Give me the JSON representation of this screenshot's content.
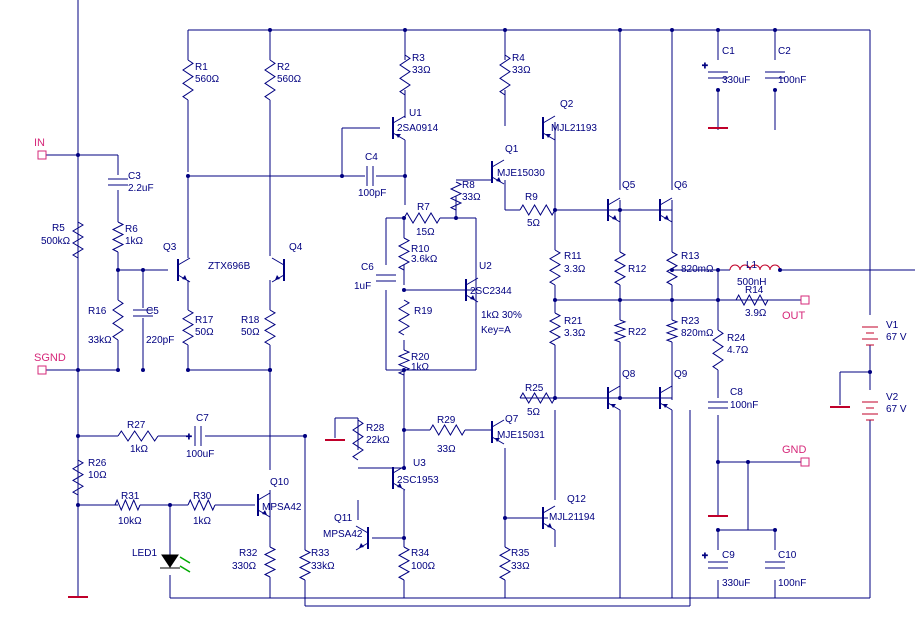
{
  "colors": {
    "wire": "#000080",
    "pin": "#d6287a",
    "polarity": "#d00000",
    "led_rays": "#00aa00"
  },
  "pins": [
    {
      "id": "in",
      "label": "IN"
    },
    {
      "id": "sgnd",
      "label": "SGND"
    },
    {
      "id": "out",
      "label": "OUT"
    },
    {
      "id": "gnd",
      "label": "GND"
    }
  ],
  "labels": [
    {
      "id": "r1",
      "text": "R1"
    },
    {
      "id": "r1v",
      "text": "560Ω"
    },
    {
      "id": "r2",
      "text": "R2"
    },
    {
      "id": "r2v",
      "text": "560Ω"
    },
    {
      "id": "r3",
      "text": "R3"
    },
    {
      "id": "r3v",
      "text": "33Ω"
    },
    {
      "id": "r4",
      "text": "R4"
    },
    {
      "id": "r4v",
      "text": "33Ω"
    },
    {
      "id": "c1",
      "text": "C1"
    },
    {
      "id": "c1v",
      "text": "330uF"
    },
    {
      "id": "c2",
      "text": "C2"
    },
    {
      "id": "c2v",
      "text": "100nF"
    },
    {
      "id": "u1",
      "text": "U1"
    },
    {
      "id": "u1v",
      "text": "2SA0914"
    },
    {
      "id": "q2",
      "text": "Q2"
    },
    {
      "id": "q2v",
      "text": "MJL21193"
    },
    {
      "id": "c3",
      "text": "C3"
    },
    {
      "id": "c3v",
      "text": "2.2uF"
    },
    {
      "id": "c4",
      "text": "C4"
    },
    {
      "id": "c4v",
      "text": "100pF"
    },
    {
      "id": "q1",
      "text": "Q1"
    },
    {
      "id": "q1v",
      "text": "MJE15030"
    },
    {
      "id": "r8",
      "text": "R8"
    },
    {
      "id": "r8v",
      "text": "33Ω"
    },
    {
      "id": "q5",
      "text": "Q5"
    },
    {
      "id": "q6",
      "text": "Q6"
    },
    {
      "id": "r7",
      "text": "R7"
    },
    {
      "id": "r7v",
      "text": "15Ω"
    },
    {
      "id": "r9",
      "text": "R9"
    },
    {
      "id": "r9v",
      "text": "5Ω"
    },
    {
      "id": "r5",
      "text": "R5"
    },
    {
      "id": "r5v",
      "text": "500kΩ"
    },
    {
      "id": "r6",
      "text": "R6"
    },
    {
      "id": "r6v",
      "text": "1kΩ"
    },
    {
      "id": "q3",
      "text": "Q3"
    },
    {
      "id": "ztx",
      "text": "ZTX696B"
    },
    {
      "id": "q4",
      "text": "Q4"
    },
    {
      "id": "r10",
      "text": "R10"
    },
    {
      "id": "r10v",
      "text": "3.6kΩ"
    },
    {
      "id": "c6",
      "text": "C6"
    },
    {
      "id": "c6v",
      "text": "1uF"
    },
    {
      "id": "u2",
      "text": "U2"
    },
    {
      "id": "u2v",
      "text": "2SC2344"
    },
    {
      "id": "r11",
      "text": "R11"
    },
    {
      "id": "r11v",
      "text": "3.3Ω"
    },
    {
      "id": "r12",
      "text": "R12"
    },
    {
      "id": "r13",
      "text": "R13"
    },
    {
      "id": "r13v",
      "text": "820mΩ"
    },
    {
      "id": "l1",
      "text": "L1"
    },
    {
      "id": "l1v",
      "text": "500nH"
    },
    {
      "id": "r14",
      "text": "R14"
    },
    {
      "id": "r14v",
      "text": "3.9Ω"
    },
    {
      "id": "r16",
      "text": "R16"
    },
    {
      "id": "r16v",
      "text": "33kΩ"
    },
    {
      "id": "c5",
      "text": "C5"
    },
    {
      "id": "c5v",
      "text": "220pF"
    },
    {
      "id": "r17",
      "text": "R17"
    },
    {
      "id": "r17v",
      "text": "50Ω"
    },
    {
      "id": "r18",
      "text": "R18"
    },
    {
      "id": "r18v",
      "text": "50Ω"
    },
    {
      "id": "r19",
      "text": "R19"
    },
    {
      "id": "pot",
      "text": "1kΩ  30%"
    },
    {
      "id": "key",
      "text": "Key=A"
    },
    {
      "id": "r21",
      "text": "R21"
    },
    {
      "id": "r21v",
      "text": "3.3Ω"
    },
    {
      "id": "r22",
      "text": "R22"
    },
    {
      "id": "r23",
      "text": "R23"
    },
    {
      "id": "r23v",
      "text": "820mΩ"
    },
    {
      "id": "r24",
      "text": "R24"
    },
    {
      "id": "r24v",
      "text": "4.7Ω"
    },
    {
      "id": "v1",
      "text": "V1"
    },
    {
      "id": "v1v",
      "text": "67 V"
    },
    {
      "id": "v2",
      "text": "V2"
    },
    {
      "id": "v2v",
      "text": "67 V"
    },
    {
      "id": "r20",
      "text": "R20"
    },
    {
      "id": "r20v",
      "text": "1kΩ"
    },
    {
      "id": "q8",
      "text": "Q8"
    },
    {
      "id": "q9",
      "text": "Q9"
    },
    {
      "id": "c8",
      "text": "C8"
    },
    {
      "id": "c8v",
      "text": "100nF"
    },
    {
      "id": "r25",
      "text": "R25"
    },
    {
      "id": "r25v",
      "text": "5Ω"
    },
    {
      "id": "r27",
      "text": "R27"
    },
    {
      "id": "r27v",
      "text": "1kΩ"
    },
    {
      "id": "c7",
      "text": "C7"
    },
    {
      "id": "c7v",
      "text": "100uF"
    },
    {
      "id": "r28",
      "text": "R28"
    },
    {
      "id": "r28v",
      "text": "22kΩ"
    },
    {
      "id": "r29",
      "text": "R29"
    },
    {
      "id": "r29v",
      "text": "33Ω"
    },
    {
      "id": "q7",
      "text": "Q7"
    },
    {
      "id": "q7v",
      "text": "MJE15031"
    },
    {
      "id": "r26",
      "text": "R26"
    },
    {
      "id": "r26v",
      "text": "10Ω"
    },
    {
      "id": "u3",
      "text": "U3"
    },
    {
      "id": "u3v",
      "text": "2SC1953"
    },
    {
      "id": "q10",
      "text": "Q10"
    },
    {
      "id": "q10v",
      "text": "MPSA42"
    },
    {
      "id": "r31",
      "text": "R31"
    },
    {
      "id": "r31v",
      "text": "10kΩ"
    },
    {
      "id": "r30",
      "text": "R30"
    },
    {
      "id": "r30v",
      "text": "1kΩ"
    },
    {
      "id": "q12",
      "text": "Q12"
    },
    {
      "id": "q12v",
      "text": "MJL21194"
    },
    {
      "id": "q11",
      "text": "Q11"
    },
    {
      "id": "q11v",
      "text": "MPSA42"
    },
    {
      "id": "led1",
      "text": "LED1"
    },
    {
      "id": "r32",
      "text": "R32"
    },
    {
      "id": "r32v",
      "text": "330Ω"
    },
    {
      "id": "r33",
      "text": "R33"
    },
    {
      "id": "r33v",
      "text": "33kΩ"
    },
    {
      "id": "r34",
      "text": "R34"
    },
    {
      "id": "r34v",
      "text": "100Ω"
    },
    {
      "id": "r35",
      "text": "R35"
    },
    {
      "id": "r35v",
      "text": "33Ω"
    },
    {
      "id": "c9",
      "text": "C9"
    },
    {
      "id": "c9v",
      "text": "330uF"
    },
    {
      "id": "c10",
      "text": "C10"
    },
    {
      "id": "c10v",
      "text": "100nF"
    }
  ]
}
